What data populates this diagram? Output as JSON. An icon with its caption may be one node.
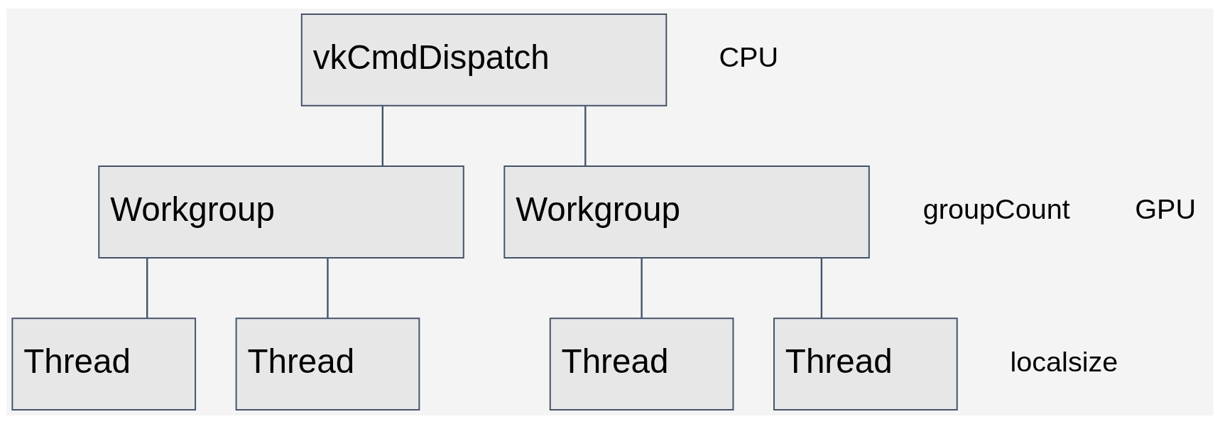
{
  "diagram": {
    "nodes": [
      {
        "text": [
          "vkCmdDispatch"
        ]
      },
      {
        "text": [
          "Workgroup"
        ]
      },
      {
        "text": [
          "Workgroup"
        ]
      },
      {
        "text": [
          "Thread"
        ]
      },
      {
        "text": [
          "Thread"
        ]
      },
      {
        "text": [
          "Thread"
        ]
      },
      {
        "text": [
          "Thread"
        ]
      }
    ],
    "edges": [
      {
        "from": 0,
        "to": 1,
        "arrow": "none"
      },
      {
        "from": 0,
        "to": 2,
        "arrow": "none"
      },
      {
        "from": 1,
        "to": 3,
        "arrow": "none"
      },
      {
        "from": 1,
        "to": 4,
        "arrow": "none"
      },
      {
        "from": 2,
        "to": 5,
        "arrow": "none"
      },
      {
        "from": 2,
        "to": 6,
        "arrow": "none"
      }
    ],
    "labels": [
      "CPU",
      "groupCount",
      "localsize",
      "GPU"
    ]
  }
}
